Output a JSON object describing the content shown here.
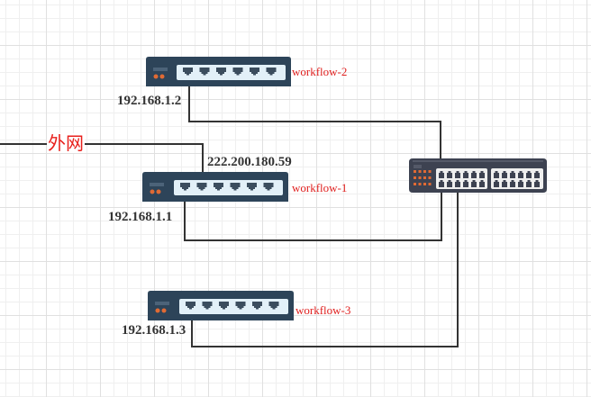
{
  "diagram": {
    "external_network_label": "外网",
    "colors": {
      "wire": "#333333",
      "label_red": "#e0201f",
      "switch_body": "#2d4459",
      "switch_panel": "#e2f0f8",
      "port": "#3b4d5e",
      "led": "#e06a34",
      "core_switch_body": "#3d4251",
      "core_panel": "#eeeeee"
    },
    "nodes": [
      {
        "id": "workflow-2",
        "name": "workflow-2",
        "lan_ip": "192.168.1.2",
        "ports": 6
      },
      {
        "id": "workflow-1",
        "name": "workflow-1",
        "lan_ip": "192.168.1.1",
        "wan_ip": "222.200.180.59",
        "ports": 6
      },
      {
        "id": "workflow-3",
        "name": "workflow-3",
        "lan_ip": "192.168.1.3",
        "ports": 6
      }
    ],
    "core_switch": {
      "name": "core-switch",
      "ports": 24,
      "led_count": 12
    },
    "links": [
      {
        "from": "external",
        "to": "workflow-1",
        "label": "外网"
      },
      {
        "from": "workflow-2",
        "to": "core-switch"
      },
      {
        "from": "workflow-1",
        "to": "core-switch"
      },
      {
        "from": "workflow-3",
        "to": "core-switch"
      }
    ]
  }
}
